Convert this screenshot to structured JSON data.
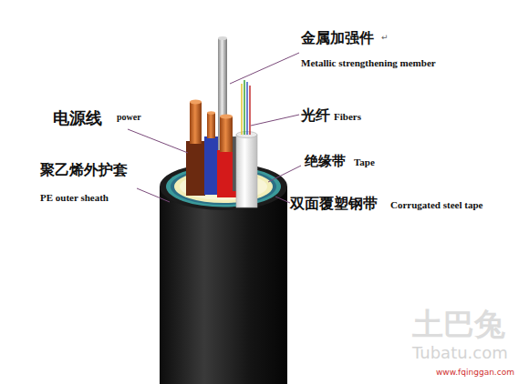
{
  "diagram": {
    "labels": [
      "金属加强件",
      "↵",
      "Metallic strengthening member",
      "电源线",
      "power",
      "光纤",
      "Fibers",
      "绝缘带",
      "Tape",
      "聚乙烯外护套",
      "PE outer sheath",
      "双面覆塑钢带",
      "Corrugated steel tape",
      "土巴兔",
      "Tubatu.com",
      "www.fqinggan.com"
    ]
  }
}
